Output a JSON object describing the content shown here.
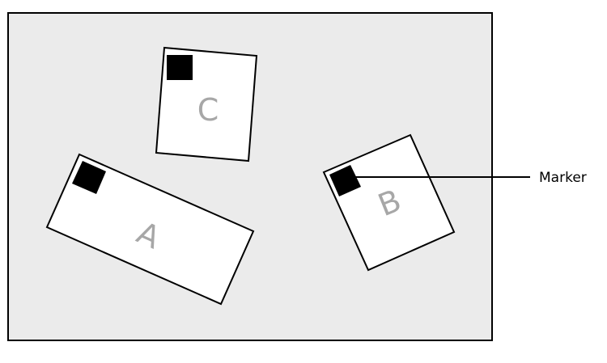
{
  "diagram": {
    "cards": [
      {
        "label": "A"
      },
      {
        "label": "B"
      },
      {
        "label": "C"
      }
    ],
    "callout": {
      "label": "Marker"
    }
  },
  "colors": {
    "background": "#ffffff",
    "frame_fill": "#ebebeb",
    "frame_stroke": "#000000",
    "card_fill": "#ffffff",
    "card_stroke": "#000000",
    "marker": "#000000",
    "card_label": "#a7a7a7"
  }
}
